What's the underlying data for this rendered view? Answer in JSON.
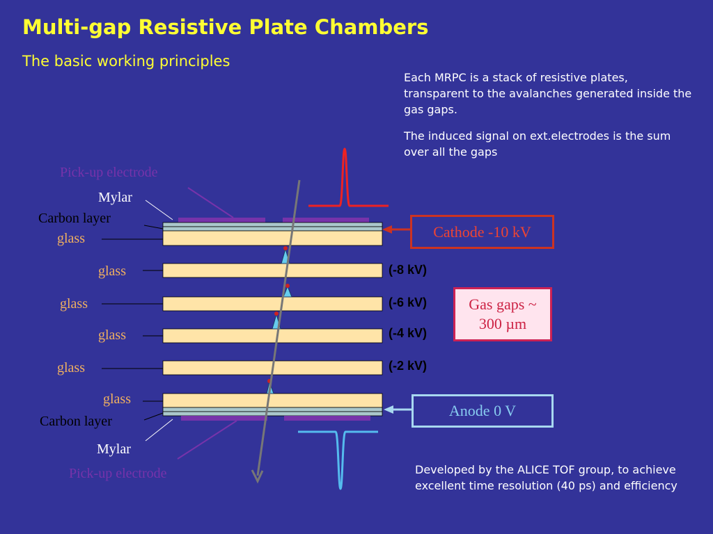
{
  "title": "Multi-gap Resistive Plate Chambers",
  "subtitle": "The basic working principles",
  "notes": {
    "stack": "Each MRPC is a stack of resistive plates, transparent to the avalanches generated inside the gas gaps.",
    "signal": "The induced signal on ext.electrodes is the sum over all the gaps",
    "alice": "Developed by the ALICE TOF group, to achieve excellent time resolution (40 ps) and efficiency"
  },
  "labels": {
    "pickup_top": "Pick-up electrode",
    "mylar_top": "Mylar",
    "carbon_top": "Carbon layer",
    "glass_1": "glass",
    "glass_2": "glass",
    "glass_3": "glass",
    "glass_4": "glass",
    "glass_5": "glass",
    "glass_6": "glass",
    "carbon_bottom": "Carbon layer",
    "mylar_bottom": "Mylar",
    "pickup_bottom": "Pick-up electrode"
  },
  "voltages": {
    "v8": "(-8 kV)",
    "v6": "(-6 kV)",
    "v4": "(-4 kV)",
    "v2": "(-2 kV)"
  },
  "boxes": {
    "cathode": "Cathode -10 kV",
    "gaps_line1": "Gas gaps ~",
    "gaps_line2": "300 µm",
    "anode": "Anode 0 V"
  },
  "colors": {
    "background": "#333399",
    "title": "#ffff33",
    "glass": "#ffe4a8",
    "mylar": "#7733aa",
    "cathode": "#cc3322",
    "anode": "#a8d8f0",
    "avalanche": "#66ccee"
  }
}
